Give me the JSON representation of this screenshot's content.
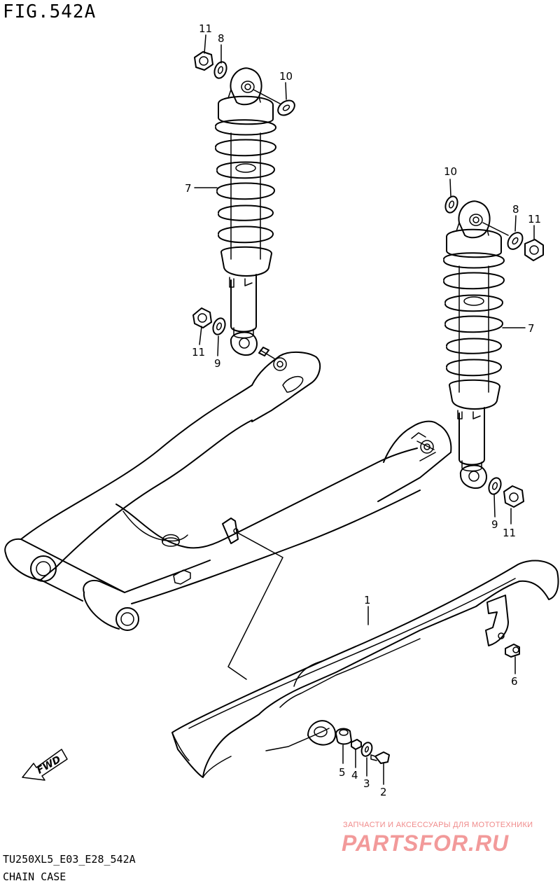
{
  "header": {
    "figure_id": "FIG.542A"
  },
  "footer": {
    "model_code": "TU250XL5_E03_E28_542A",
    "section_name": "CHAIN CASE"
  },
  "fwd_label": "FWD",
  "watermark": {
    "tagline": "ЗАПЧАСТИ И АКСЕССУАРЫ ДЛЯ МОТОТЕХНИКИ",
    "logo": "PARTSFOR.RU",
    "color": "#f29a9a"
  },
  "callouts": {
    "c11a": "11",
    "c8a": "8",
    "c10a": "10",
    "c7a": "7",
    "c11b": "11",
    "c9a": "9",
    "c10b": "10",
    "c8b": "8",
    "c11c": "11",
    "c7b": "7",
    "c9b": "9",
    "c11d": "11",
    "c1": "1",
    "c6": "6",
    "c5": "5",
    "c4": "4",
    "c3": "3",
    "c2": "2"
  }
}
